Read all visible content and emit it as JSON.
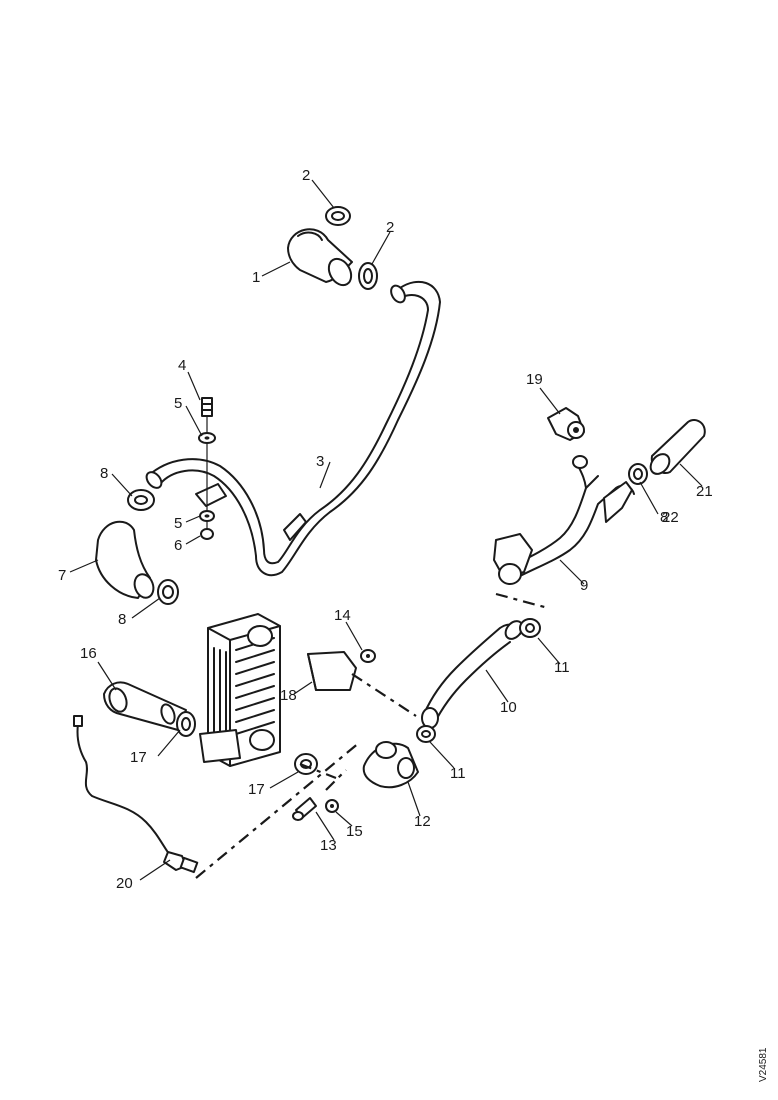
{
  "callouts": {
    "c1": "1",
    "c2a": "2",
    "c2b": "2",
    "c3": "3",
    "c4": "4",
    "c5a": "5",
    "c5b": "5",
    "c6": "6",
    "c7": "7",
    "c8a": "8",
    "c8b": "8",
    "c8c": "8",
    "c9": "9",
    "c10": "10",
    "c11a": "11",
    "c11b": "11",
    "c12": "12",
    "c13": "13",
    "c14": "14",
    "c15": "15",
    "c16": "16",
    "c17a": "17",
    "c17b": "17",
    "c18": "18",
    "c19": "19",
    "c20": "20",
    "c21": "21",
    "c22": "22"
  },
  "reference_code": "V24581"
}
